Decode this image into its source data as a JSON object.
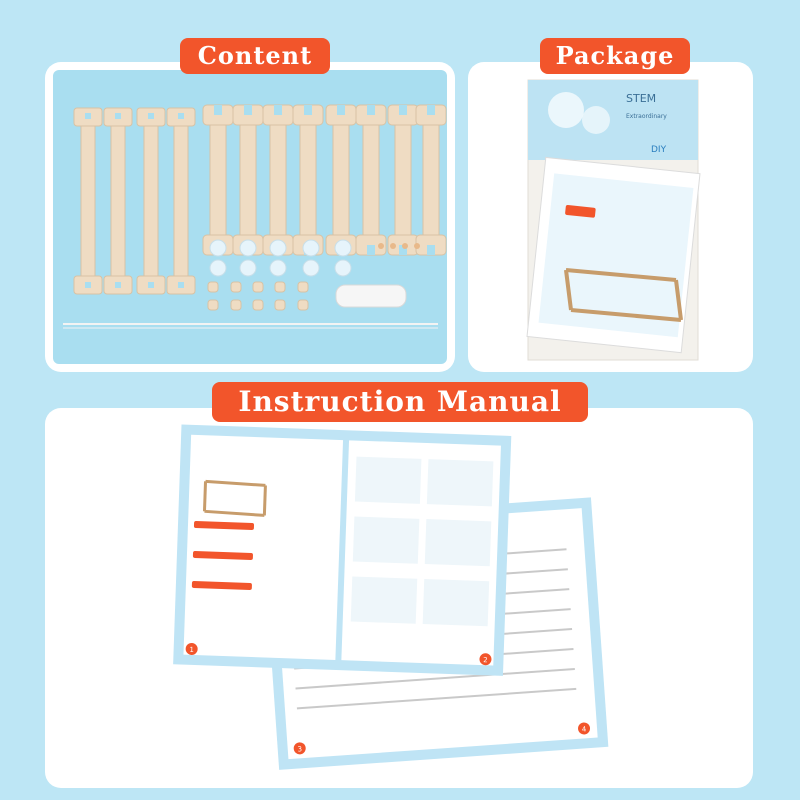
{
  "sections": {
    "content": {
      "title": "Content"
    },
    "package": {
      "title": "Package"
    },
    "manual": {
      "title": "Instruction Manual"
    }
  },
  "package_print": {
    "brand": "STEM",
    "line1": "Extraordinary",
    "line2": "DIY"
  },
  "manual_print": {
    "page_left": "1",
    "page_right": "2",
    "page_back_left": "3",
    "page_back_right": "4"
  },
  "colors": {
    "label_bg": "#f2552b",
    "page_bg": "#bde6f5",
    "panel_bg": "#ffffff",
    "wood": "#efdcc3"
  }
}
